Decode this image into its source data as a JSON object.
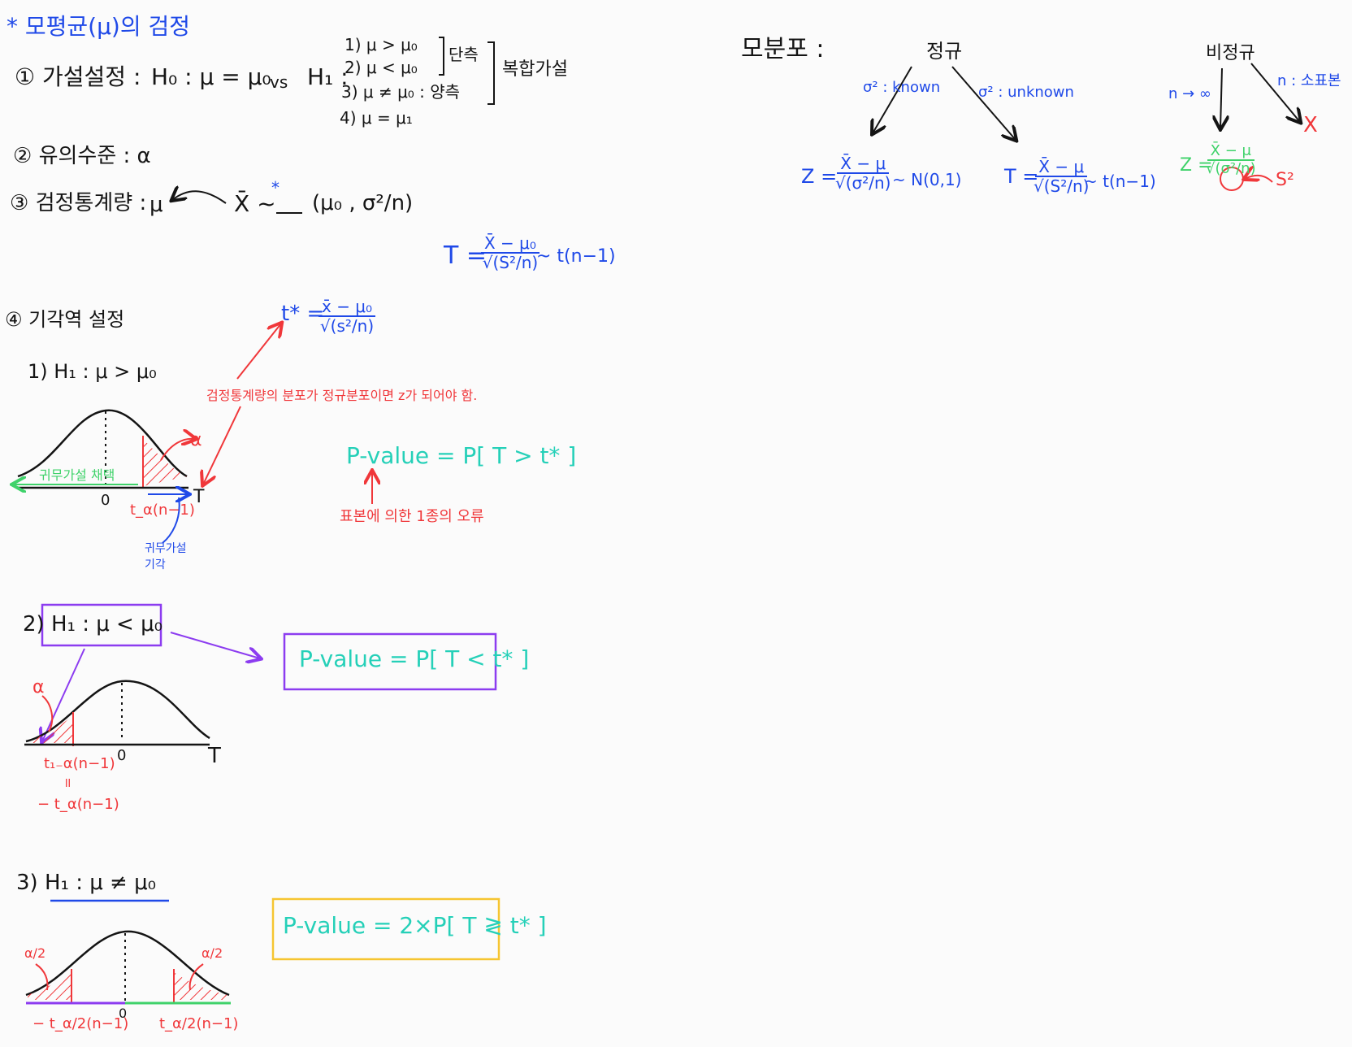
{
  "title": "* 모평균(μ)의 검정",
  "step1": {
    "label": "① 가설설정 :",
    "h0": "H₀ : μ = μ₀",
    "vs": "vs",
    "h1_prefix": "H₁ :",
    "options": [
      "1) μ > μ₀",
      "2) μ < μ₀",
      "3) μ ≠ μ₀ : 양측",
      "4) μ = μ₁"
    ],
    "one_sided": "단측",
    "composite": "복합가설"
  },
  "step2": {
    "label": "② 유의수준 : α"
  },
  "step3": {
    "label": "③ 검정통계량 :",
    "mu": "μ",
    "xbar_dist": "X̄ ~ ",
    "star": "*",
    "params": "(μ₀ , σ²/n)",
    "t_stat": "T =",
    "t_num": "X̄ − μ₀",
    "t_den": "√(S²/n)",
    "t_dist": "~ t(n−1)"
  },
  "step4": {
    "label": "④ 기각역 설정",
    "tstar_lhs": "t* =",
    "tstar_num": "x̄ − μ₀",
    "tstar_den": "√(s²/n)",
    "note": "검정통계량의 분포가 정규분포이면 z가 되어야 함.",
    "case1": {
      "label": "1) H₁ : μ > μ₀",
      "alpha": "α",
      "accept": "귀무가설 채택",
      "zero": "0",
      "axis": "T",
      "crit": "t_α(n−1)",
      "reject": "귀무가설",
      "reject2": "기각",
      "pvalue": "P-value = P[ T > t* ]",
      "type1": "표본에 의한 1종의 오류"
    },
    "case2": {
      "label": "2) H₁ : μ < μ₀",
      "alpha": "α",
      "zero": "0",
      "axis": "T",
      "crit": "t₁₋α(n−1)",
      "eq": "॥",
      "crit2": "− t_α(n−1)",
      "pvalue": "P-value = P[ T < t* ]"
    },
    "case3": {
      "label": "3) H₁ : μ ≠ μ₀",
      "alpha_left": "α/2",
      "alpha_right": "α/2",
      "zero": "0",
      "crit_left": "− t_α/2(n−1)",
      "crit_right": "t_α/2(n−1)",
      "pvalue": "P-value = 2×P[ T ≷ t* ]"
    }
  },
  "population": {
    "label": "모분포 :",
    "normal": "정규",
    "nonnormal": "비정규",
    "known": "σ² : known",
    "unknown": "σ² : unknown",
    "n_inf": "n → ∞",
    "small": "n : 소표본",
    "x_mark": "X",
    "z_lhs": "Z =",
    "z_num": "X̄ − μ",
    "z_den": "√(σ²/n)",
    "z_dist": "~ N(0,1)",
    "t_lhs": "T =",
    "t_num": "X̄ − μ",
    "t_den": "√(S²/n)",
    "t_dist": "~ t(n−1)",
    "z2_lhs": "Z =",
    "z2_num": "X̄ − μ",
    "z2_den": "√(σ²/n)",
    "s2": "S²"
  },
  "colors": {
    "black": "#141414",
    "blue": "#1f49e8",
    "red": "#f0373a",
    "green": "#3fd26a",
    "cyan": "#25d0b8",
    "purple": "#8c3cf0",
    "yellow": "#f6c531"
  }
}
